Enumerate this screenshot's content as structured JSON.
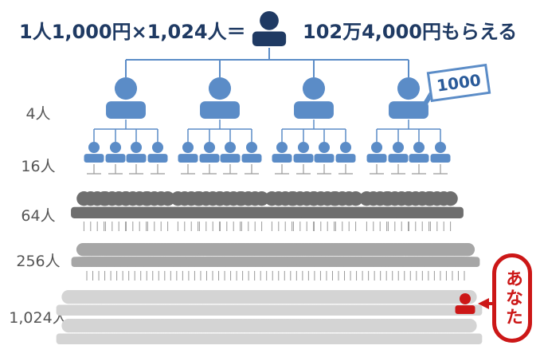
{
  "headline": {
    "left": "1人1,000円×1,024人＝",
    "right": "102万4,000円もらえる"
  },
  "levels": [
    "4人",
    "16人",
    "64人",
    "256人",
    "1,024人"
  ],
  "sign": "1000",
  "you_label": "あなた",
  "colors": {
    "top": "#1f3a63",
    "tier1": "#5b8cc7",
    "tier2": "#5b8cc7",
    "tier3": "#6e6e6e",
    "tier4": "#a6a6a6",
    "tier5": "#d4d4d4",
    "you": "#cc1717",
    "lines": "#5b8cc7",
    "grey_lines": "#9a9a9a"
  },
  "icons": [
    "person-icon",
    "arrow-left-icon"
  ]
}
